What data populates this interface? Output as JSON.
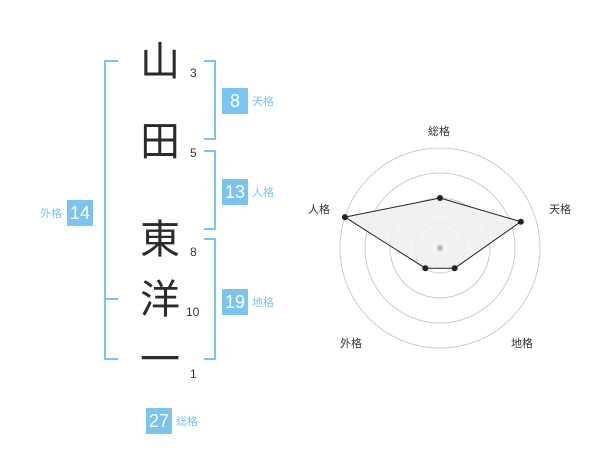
{
  "name": {
    "characters": [
      {
        "char": "山",
        "strokes": "3"
      },
      {
        "char": "田",
        "strokes": "5"
      },
      {
        "char": "東",
        "strokes": "8"
      },
      {
        "char": "洋",
        "strokes": "10"
      },
      {
        "char": "一",
        "strokes": "1"
      }
    ]
  },
  "fortune": {
    "tenkaku": {
      "value": "8",
      "label": "天格"
    },
    "jinkaku": {
      "value": "13",
      "label": "人格"
    },
    "chikaku": {
      "value": "19",
      "label": "地格"
    },
    "gaikaku": {
      "value": "14",
      "label": "外格"
    },
    "soukaku": {
      "value": "27",
      "label": "総格"
    }
  },
  "colors": {
    "accent": "#7cc4f0",
    "text": "#2b2b2b",
    "ring": "#cccccc",
    "fill": "#eeeeee"
  },
  "radar": {
    "axes": [
      "総格",
      "天格",
      "地格",
      "外格",
      "人格"
    ],
    "levels": 4,
    "max": 4,
    "values": [
      2,
      3.4,
      1,
      1,
      4
    ]
  }
}
